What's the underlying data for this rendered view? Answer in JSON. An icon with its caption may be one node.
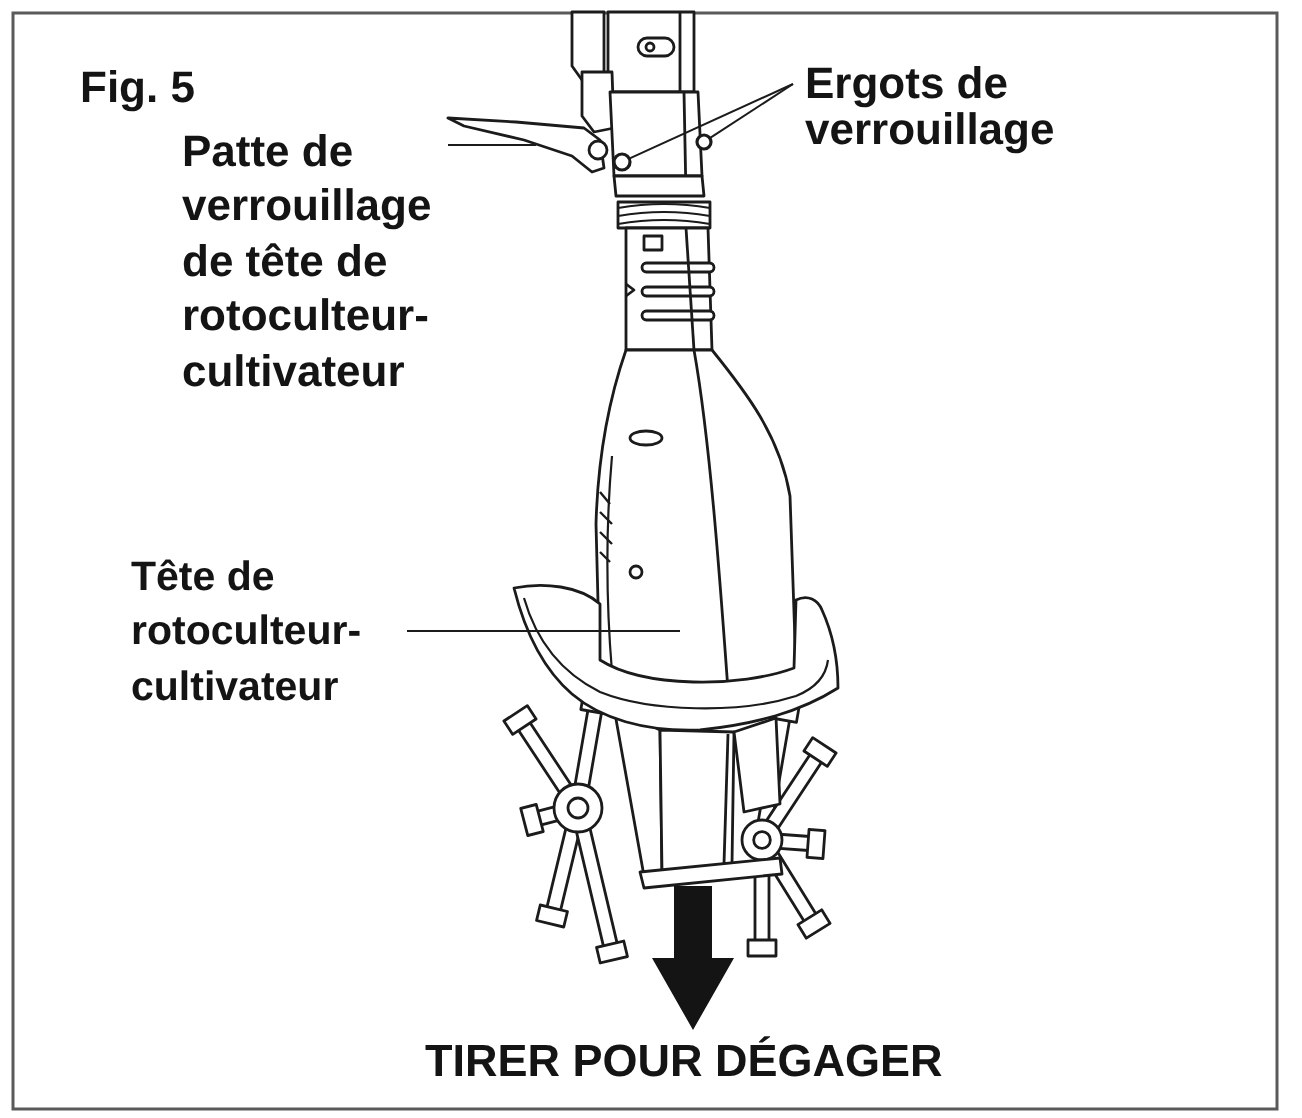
{
  "diagram": {
    "title": "Fig. 5",
    "nodes": [
      {
        "text": [
          "Patte de verrouillage de tête de rotoculteur-cultivateur"
        ]
      },
      {
        "text": [],
        "shape": "picture"
      },
      {
        "text": [
          "Ergots de verrouillage"
        ]
      },
      {
        "text": [],
        "shape": "circle"
      },
      {
        "text": [],
        "shape": "circle"
      },
      {
        "text": [
          "Tête de rotoculteur-cultivateur"
        ]
      },
      {
        "text": [],
        "shape": "picture"
      }
    ],
    "edges": [
      {
        "from": 0,
        "to": 1,
        "arrow": "none"
      },
      {
        "from": 2,
        "to": 3,
        "arrow": "none"
      },
      {
        "from": 2,
        "to": 4,
        "arrow": "none"
      },
      {
        "from": 5,
        "to": 6,
        "arrow": "none"
      }
    ],
    "labels": [
      "TIRER POUR DÉGAGER"
    ]
  }
}
